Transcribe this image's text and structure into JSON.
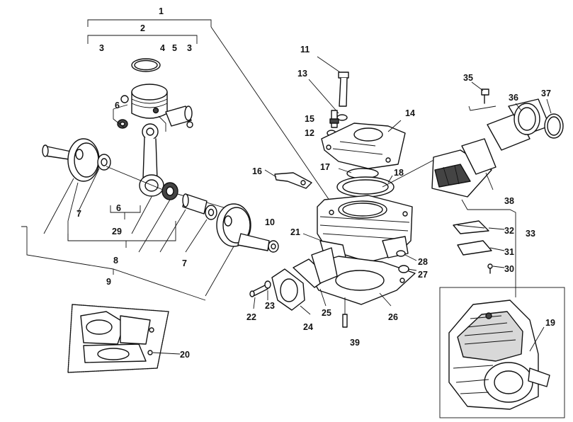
{
  "callouts": [
    {
      "id": "c1",
      "text": "1"
    },
    {
      "id": "c2",
      "text": "2"
    },
    {
      "id": "c3a",
      "text": "3"
    },
    {
      "id": "c3b",
      "text": "3"
    },
    {
      "id": "c4",
      "text": "4"
    },
    {
      "id": "c5",
      "text": "5"
    },
    {
      "id": "c6a",
      "text": "6"
    },
    {
      "id": "c6b",
      "text": "6"
    },
    {
      "id": "c7a",
      "text": "7"
    },
    {
      "id": "c7b",
      "text": "7"
    },
    {
      "id": "c8",
      "text": "8"
    },
    {
      "id": "c9",
      "text": "9"
    },
    {
      "id": "c10",
      "text": "10"
    },
    {
      "id": "c11",
      "text": "11"
    },
    {
      "id": "c12",
      "text": "12"
    },
    {
      "id": "c13",
      "text": "13"
    },
    {
      "id": "c14",
      "text": "14"
    },
    {
      "id": "c15",
      "text": "15"
    },
    {
      "id": "c16",
      "text": "16"
    },
    {
      "id": "c17",
      "text": "17"
    },
    {
      "id": "c18",
      "text": "18"
    },
    {
      "id": "c19",
      "text": "19"
    },
    {
      "id": "c20",
      "text": "20"
    },
    {
      "id": "c21",
      "text": "21"
    },
    {
      "id": "c22",
      "text": "22"
    },
    {
      "id": "c23",
      "text": "23"
    },
    {
      "id": "c24",
      "text": "24"
    },
    {
      "id": "c25",
      "text": "25"
    },
    {
      "id": "c26",
      "text": "26"
    },
    {
      "id": "c27",
      "text": "27"
    },
    {
      "id": "c28",
      "text": "28"
    },
    {
      "id": "c29",
      "text": "29"
    },
    {
      "id": "c30",
      "text": "30"
    },
    {
      "id": "c31",
      "text": "31"
    },
    {
      "id": "c32",
      "text": "32"
    },
    {
      "id": "c33",
      "text": "33"
    },
    {
      "id": "c35",
      "text": "35"
    },
    {
      "id": "c36",
      "text": "36"
    },
    {
      "id": "c37",
      "text": "37"
    },
    {
      "id": "c38",
      "text": "38"
    },
    {
      "id": "c39",
      "text": "39"
    }
  ]
}
